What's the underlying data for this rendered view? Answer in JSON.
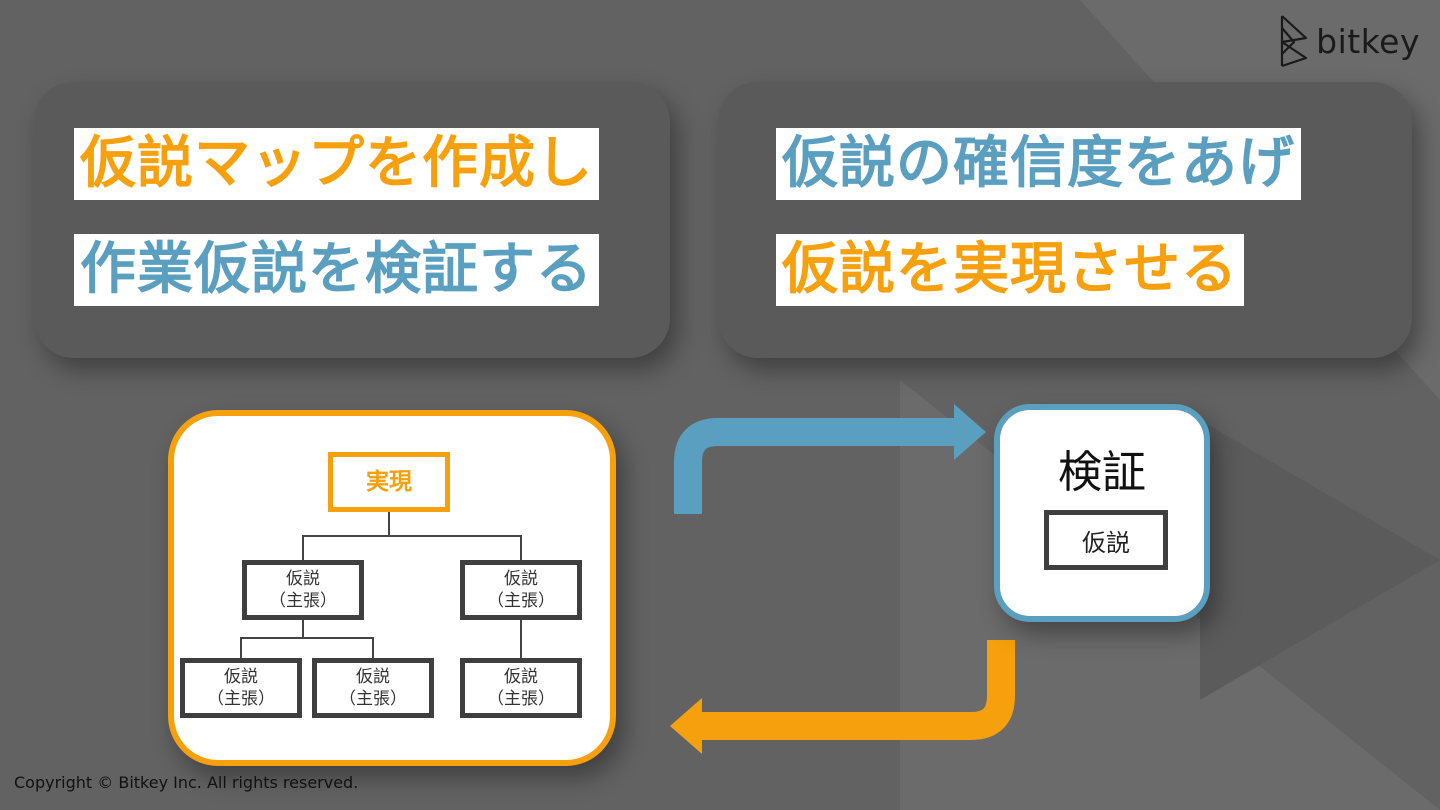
{
  "logo": {
    "text": "bitkey"
  },
  "left_panel": {
    "line1": "仮説マップを作成し",
    "line2": "作業仮説を検証する"
  },
  "right_panel": {
    "line1": "仮説の確信度をあげ",
    "line2": "仮説を実現させる"
  },
  "hypothesis_map": {
    "root": "実現",
    "nodes": [
      {
        "line1": "仮説",
        "line2": "（主張）"
      },
      {
        "line1": "仮説",
        "line2": "（主張）"
      },
      {
        "line1": "仮説",
        "line2": "（主張）"
      },
      {
        "line1": "仮説",
        "line2": "（主張）"
      },
      {
        "line1": "仮説",
        "line2": "（主張）"
      }
    ]
  },
  "verification": {
    "title": "検証",
    "node": "仮説"
  },
  "colors": {
    "background": "#626262",
    "panel": "#5a5a5a",
    "orange": "#f5a00c",
    "blue": "#5a9fbf"
  },
  "footer": {
    "copyright": "Copyright © Bitkey Inc. All rights reserved."
  }
}
